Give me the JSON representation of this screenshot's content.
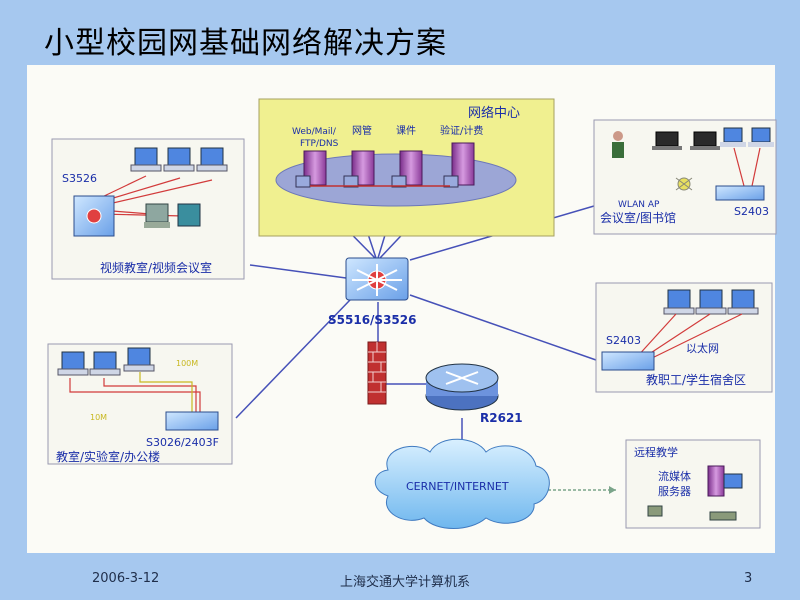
{
  "slide": {
    "title": "小型校园网基础网络解决方案",
    "footer_date": "2006-3-12",
    "footer_org": "上海交通大学计算机系",
    "page_number": "3"
  },
  "diagram": {
    "network_center": {
      "title": "网络中心",
      "servers": [
        "Web/Mail/\nFTP/DNS",
        "网管",
        "课件",
        "验证/计费"
      ]
    },
    "core_switch": "S5516/S3526",
    "router": "R2621",
    "cloud": "CERNET/INTERNET",
    "video_room": {
      "switch": "S3526",
      "label": "视频教室/视频会议室"
    },
    "conference_library": {
      "ap": "WLAN AP",
      "label": "会议室/图书馆",
      "switch": "S2403"
    },
    "dormitory": {
      "switch": "S2403",
      "ethernet": "以太网",
      "label": "教职工/学生宿舍区"
    },
    "classroom": {
      "switch": "S3026/2403F",
      "speed_100m": "100M",
      "speed_10m": "10M",
      "label": "教室/实验室/办公楼"
    },
    "remote": {
      "title": "远程教学",
      "server": "流媒体\n服务器"
    }
  },
  "colors": {
    "background": "#a6c8ef",
    "panel": "#fbfbf6",
    "label_blue": "#1a2ea8",
    "center_yellow": "#f0f090",
    "link": "#4651b8",
    "firewall": "#c03030"
  }
}
